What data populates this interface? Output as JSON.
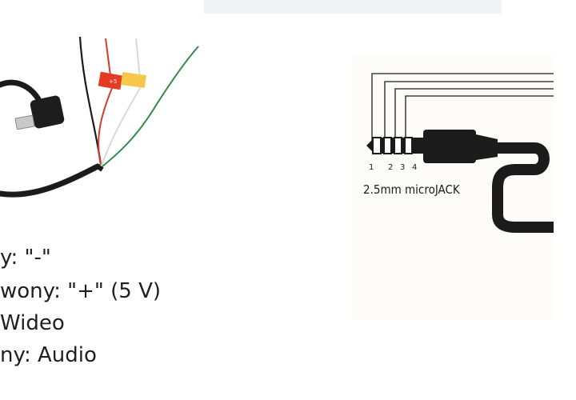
{
  "legend": {
    "lines": [
      "y: \"-\"",
      "wony: \"+\" (5 V)",
      " Wideo",
      "ny: Audio"
    ]
  },
  "diagram": {
    "pin_numbers": [
      "1",
      "2",
      "3",
      "4"
    ],
    "label": "2.5mm microJACK"
  },
  "cable_tag": {
    "text": "+5"
  },
  "colors": {
    "wire_black": "#1b1b1b",
    "wire_red": "#d83a2a",
    "wire_white": "#d9d9d9",
    "wire_green": "#2f8a4b",
    "tag_red": "#e53a24",
    "tag_yellow": "#f5c84b",
    "topbar": "#f1f2f4",
    "diagram_bg": "#fdfcf8"
  }
}
